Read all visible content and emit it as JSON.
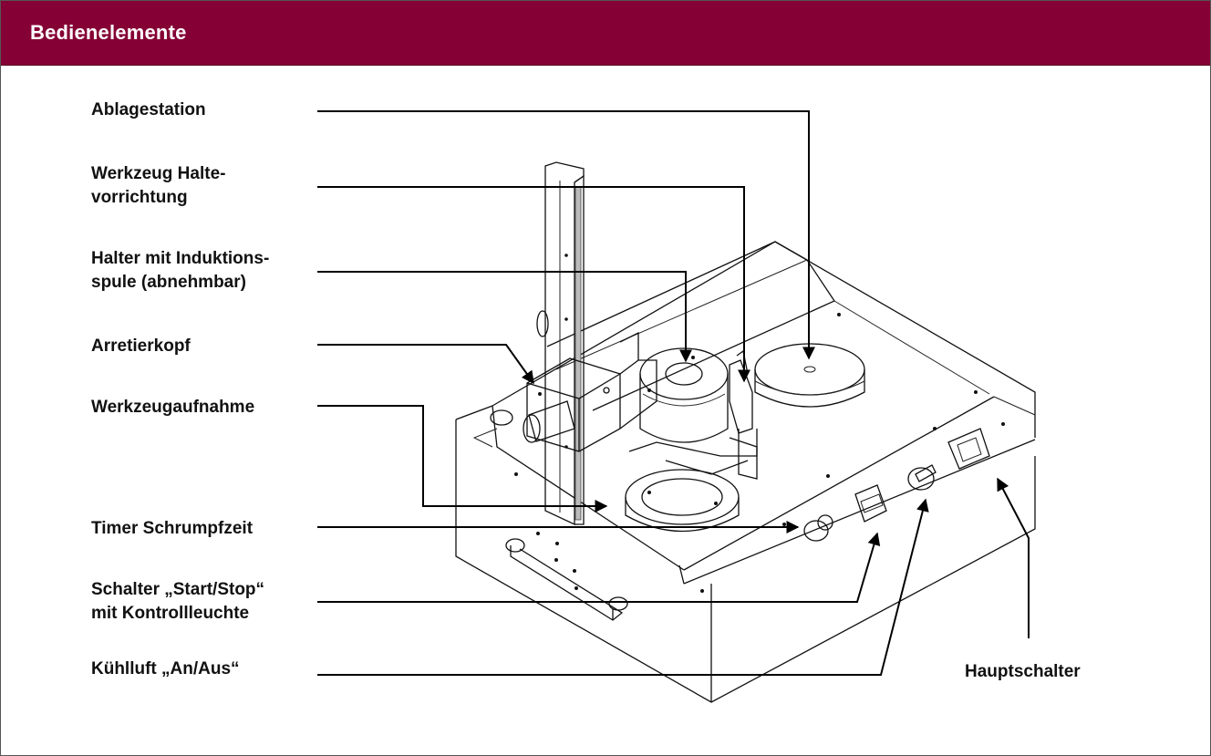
{
  "header": {
    "title": "Bedienelemente",
    "background_color": "#850034"
  },
  "labels": [
    "Ablagestation",
    "Werkzeug Halte-\nvorrichtung",
    "Halter mit Induktions-\nspule (abnehmbar)",
    "Arretierkopf",
    "Werkzeugaufnahme",
    "Timer Schrumpfzeit",
    "Schalter „Start/Stop“\nmit Kontrollleuchte",
    "Kühlluft „An/Aus“",
    "Hauptschalter"
  ]
}
